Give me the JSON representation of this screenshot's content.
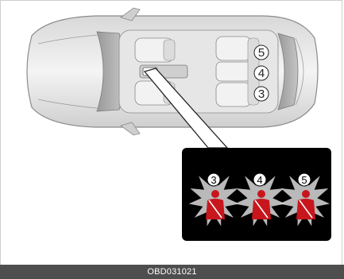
{
  "diagram": {
    "seat_labels": {
      "right_rear": "5",
      "center_rear": "4",
      "left_rear": "3"
    },
    "indicator_panel": {
      "background_color": "#000000",
      "belt_icon_color": "#c8161d",
      "icons": [
        {
          "number": "3",
          "name": "seat-belt-warning-3-icon"
        },
        {
          "number": "4",
          "name": "seat-belt-warning-4-icon"
        },
        {
          "number": "5",
          "name": "seat-belt-warning-5-icon"
        }
      ]
    },
    "caption": "OBD031021"
  }
}
